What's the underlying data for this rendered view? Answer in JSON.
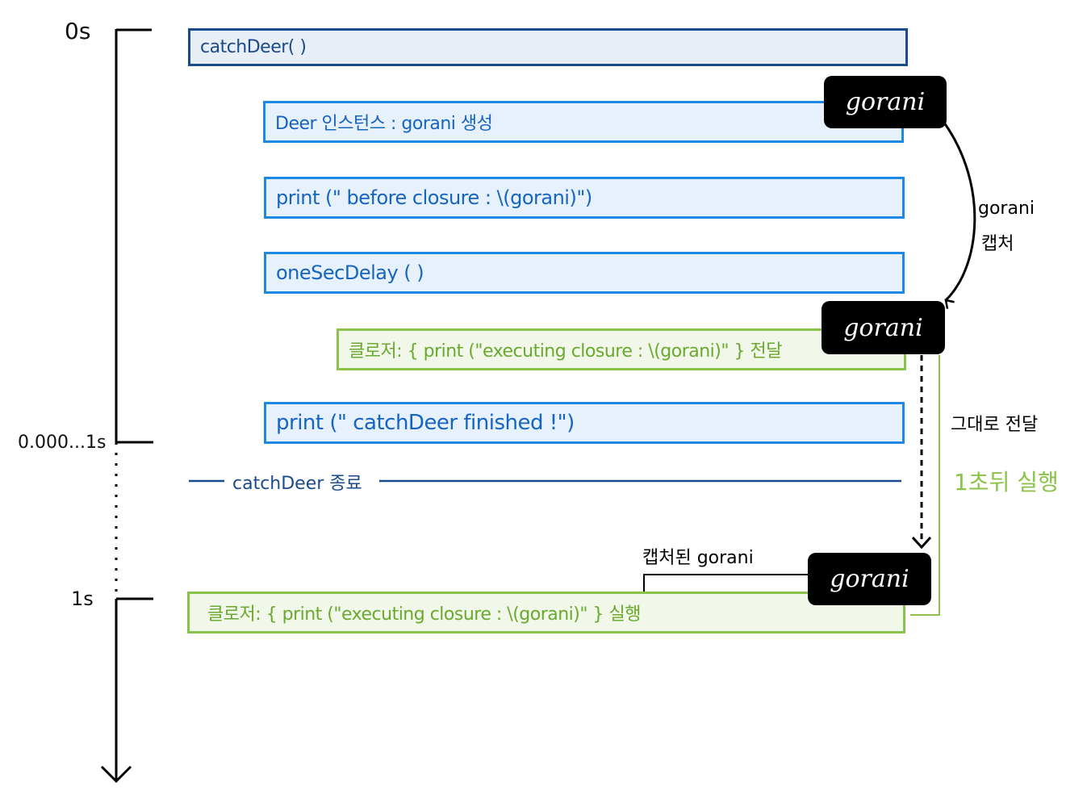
{
  "timeline": {
    "tick_start": "0s",
    "tick_mid": "0.000...1s",
    "tick_end": "1s"
  },
  "blocks": {
    "catch_deer": "catchDeer( )",
    "create_instance": "Deer 인스턴스 : gorani 생성",
    "print_before": "print (\" before  closure : \\(gorani)\")",
    "one_sec_delay": "oneSecDelay ( )",
    "closure_register": "클로저:  { print (\"executing  closure : \\(gorani)\" } 전달",
    "print_finished": "print (\" catchDeer  finished !\")",
    "closure_execute": "클로저:  { print (\"executing  closure : \\(gorani)\" }  실행"
  },
  "end_line_label": "catchDeer 종료",
  "tags": {
    "first": "gorani",
    "second": "gorani",
    "third": "gorani"
  },
  "annotations": {
    "capture_word": "gorani",
    "capture_suffix": "캡처",
    "pass_as_is": "그대로 전달",
    "run_after": "1초뒤 실행",
    "captured_label": "캡처된 gorani"
  },
  "colors": {
    "dark_blue": "#1a4b8c",
    "blue": "#1e88e5",
    "green": "#8bc34a",
    "black": "#000000"
  }
}
